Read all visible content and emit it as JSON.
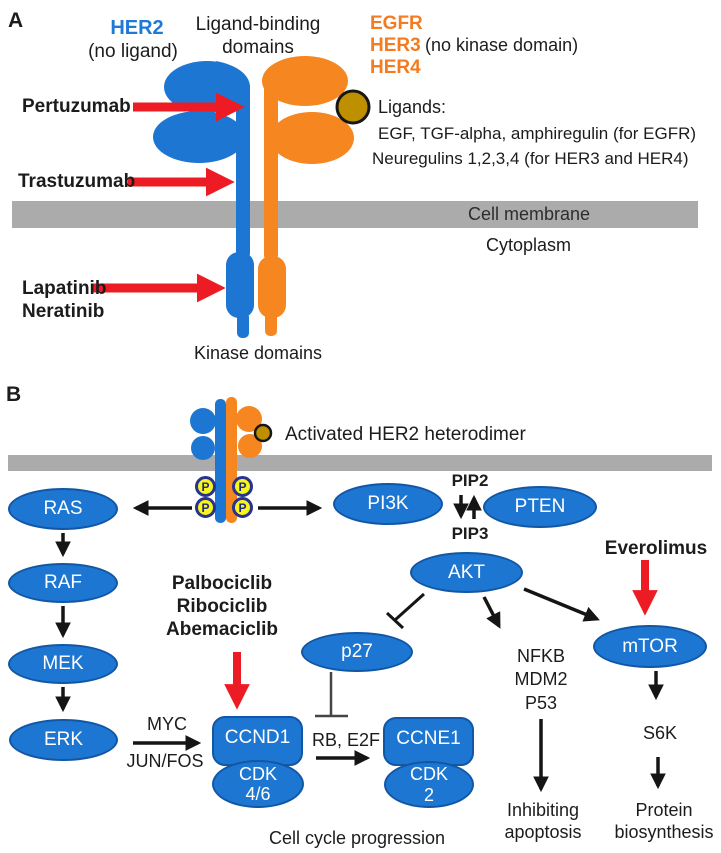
{
  "panel_a": {
    "label": "A",
    "her2_title": "HER2",
    "her2_subtitle": "(no ligand)",
    "ligand_binding_title": "Ligand-binding\ndomains",
    "egfr": "EGFR",
    "her3": "HER3",
    "her3_note": "(no kinase domain)",
    "her4": "HER4",
    "ligands_title": "Ligands:",
    "ligands_line1": "EGF, TGF-alpha, amphiregulin (for EGFR)",
    "ligands_line2": "Neuregulins 1,2,3,4 (for HER3 and HER4)",
    "drugs": {
      "pertuzumab": "Pertuzumab",
      "trastuzumab": "Trastuzumab",
      "lapatinib": "Lapatinib",
      "neratinib": "Neratinib"
    },
    "cell_membrane": "Cell membrane",
    "cytoplasm": "Cytoplasm",
    "kinase_domains": "Kinase domains"
  },
  "panel_b": {
    "label": "B",
    "heterodimer": "Activated HER2 heterodimer",
    "phospho": "P",
    "nodes": {
      "ras": "RAS",
      "raf": "RAF",
      "mek": "MEK",
      "erk": "ERK",
      "pi3k": "PI3K",
      "pten": "PTEN",
      "akt": "AKT",
      "p27": "p27",
      "mtor": "mTOR",
      "ccnd1": "CCND1",
      "cdk46": "CDK\n4/6",
      "ccne1": "CCNE1",
      "cdk2": "CDK\n2"
    },
    "labels": {
      "pip2": "PIP2",
      "pip3": "PIP3",
      "myc": "MYC",
      "jun_fos": "JUN/FOS",
      "rb_e2f": "RB, E2F",
      "nfkb_stack": "NFKB\nMDM2\nP53",
      "s6k": "S6K",
      "cell_cycle": "Cell cycle progression",
      "inhibiting_apoptosis": "Inhibiting\napoptosis",
      "protein_biosynthesis": "Protein\nbiosynthesis"
    },
    "drugs": {
      "cdk_inhibitors": "Palbociclib\nRibociclib\nAbemaciclib",
      "everolimus": "Everolimus"
    }
  },
  "colors": {
    "receptor_blue": "#1D76D2",
    "receptor_orange": "#F6861F",
    "arrow_red": "#ED1C24",
    "membrane_gray": "#ABABAB",
    "ligand_gold": "#BE9000",
    "phospho_yellow": "#F8F51B",
    "phospho_ring_navy": "#27338F",
    "node_border": "#1157A4",
    "her2_text_blue": "#1E7AD6",
    "egfr_text_orange": "#F47B20"
  }
}
